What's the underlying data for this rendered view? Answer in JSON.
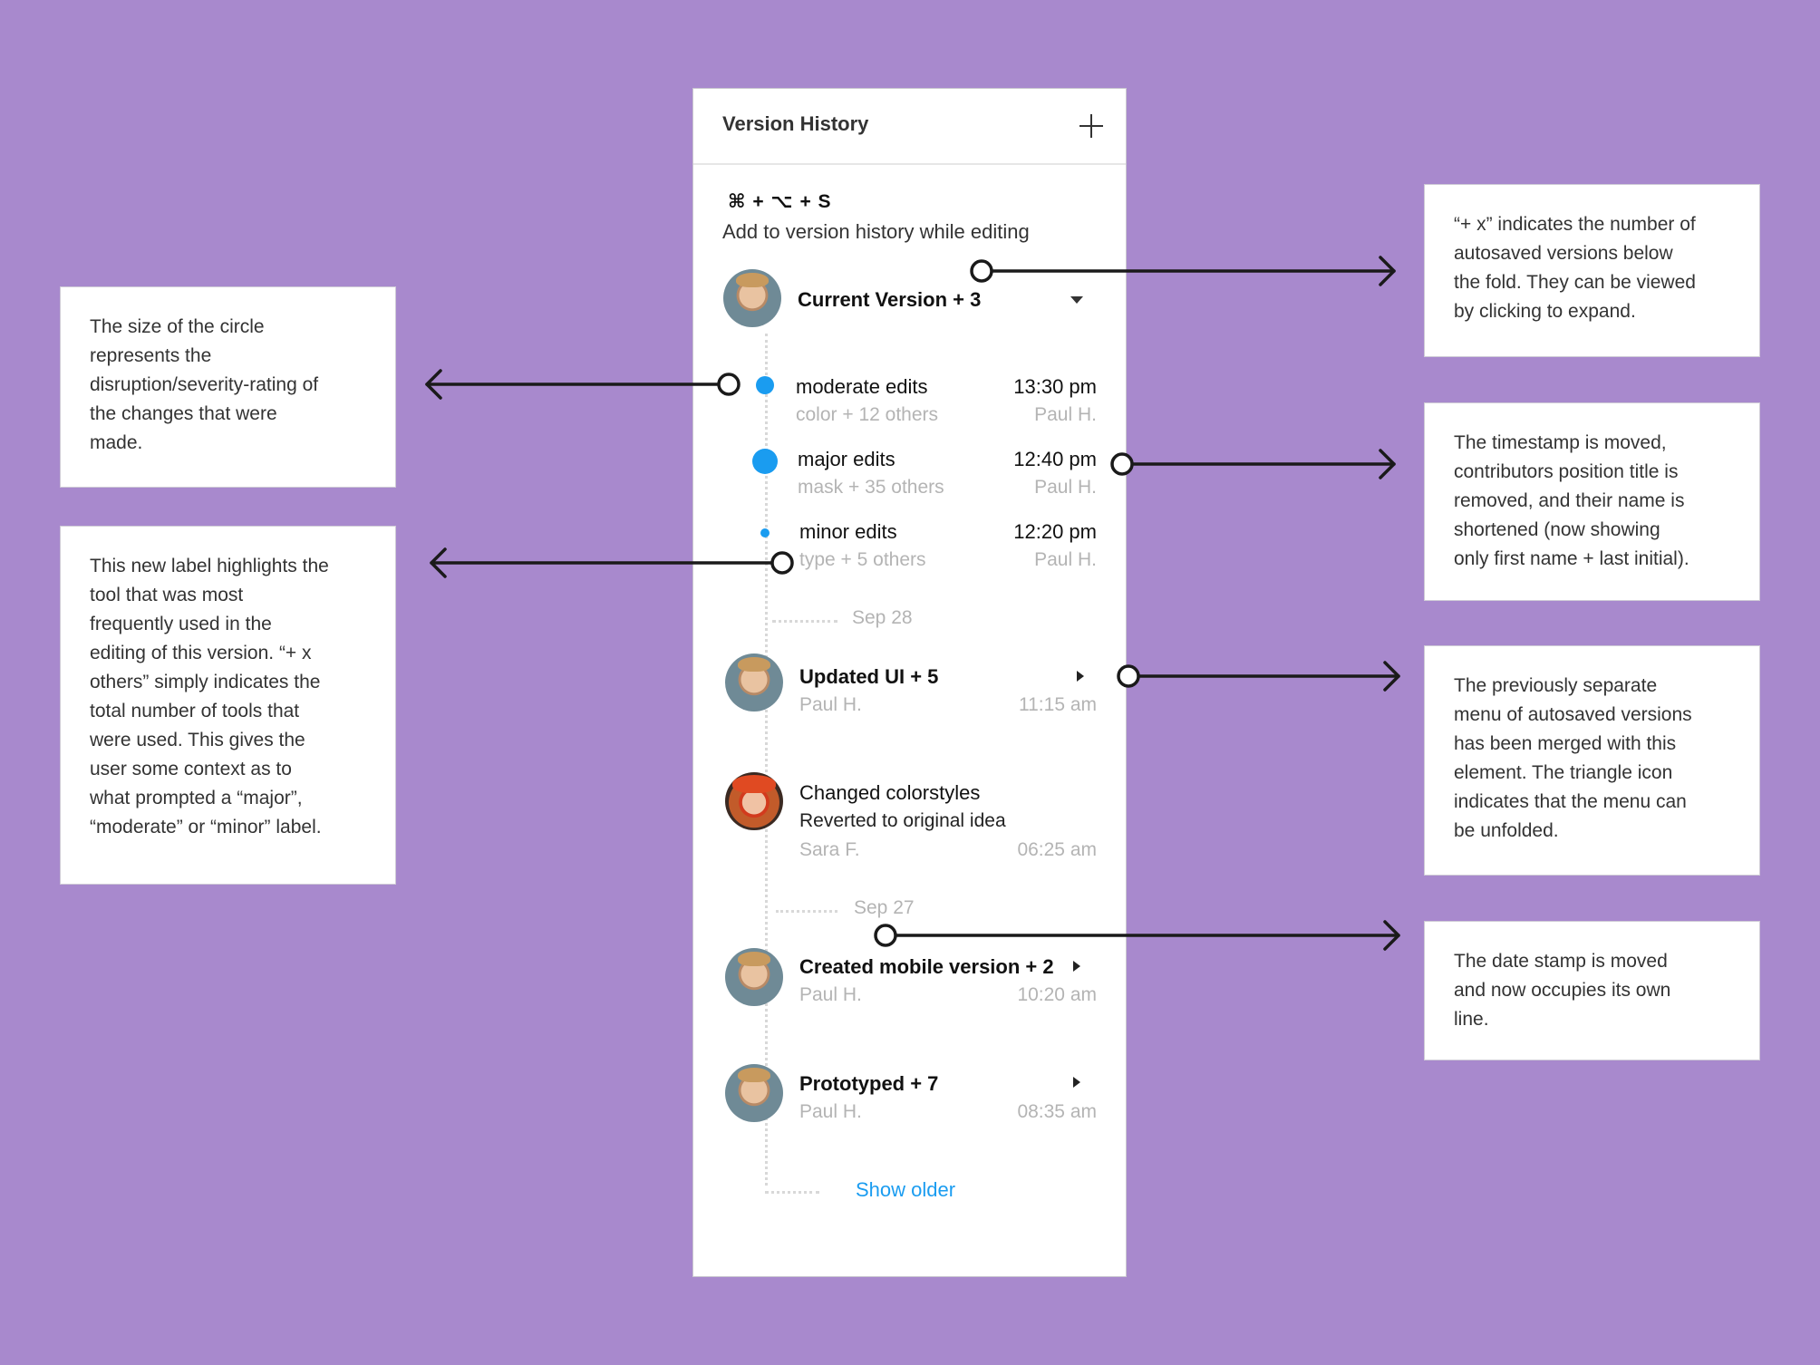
{
  "panel": {
    "title": "Version History",
    "shortcut": "⌘ + ⌥  + S",
    "hint": "Add to version history while editing",
    "current_version": "Current Version + 3",
    "edits": [
      {
        "label": "moderate edits",
        "tools": "color + 12 others",
        "time": "13:30 pm",
        "author": "Paul H.",
        "severity": "moderate"
      },
      {
        "label": "major edits",
        "tools": "mask + 35 others",
        "time": "12:40 pm",
        "author": "Paul H.",
        "severity": "major"
      },
      {
        "label": "minor edits",
        "tools": "type + 5 others",
        "time": "12:20 pm",
        "author": "Paul H.",
        "severity": "minor"
      }
    ],
    "dates": [
      "Sep 28",
      "Sep 27"
    ],
    "versions": [
      {
        "title": "Updated UI + 5",
        "author": "Paul H.",
        "time": "11:15 am"
      },
      {
        "title": "Changed colorstyles",
        "subtitle": "Reverted to original idea",
        "author": "Sara F.",
        "time": "06:25 am"
      },
      {
        "title": "Created mobile version + 2",
        "author": "Paul H.",
        "time": "10:20 am"
      },
      {
        "title": "Prototyped + 7",
        "author": "Paul H.",
        "time": "08:35 am"
      }
    ],
    "show_older": "Show older"
  },
  "notes": {
    "circle_size": [
      "The size of the circle",
      "represents the",
      "disruption/severity-rating of",
      "the changes that were",
      "made."
    ],
    "tool_label": [
      "This new label highlights the",
      "tool that was most",
      "frequently used in the",
      "editing of this version. “+ x",
      "others” simply indicates the",
      "total number of tools that",
      "were used. This gives the",
      "user some context as to",
      "what prompted a “major”,",
      "“moderate” or “minor” label."
    ],
    "plus_x": [
      "“+ x” indicates the number of",
      "autosaved versions below",
      "the fold. They can be viewed",
      "by clicking to expand."
    ],
    "timestamp": [
      "The timestamp is moved,",
      "contributors position title is",
      "removed, and their name is",
      "shortened (now showing",
      "only first name + last initial)."
    ],
    "merged_menu": [
      "The previously separate",
      "menu of autosaved versions",
      "has been merged with this",
      "element. The triangle icon",
      "indicates that the menu can",
      "be unfolded."
    ],
    "date_stamp": [
      "The date stamp is moved",
      "and now occupies its own",
      "line."
    ]
  },
  "colors": {
    "background": "#a889cd",
    "accent": "#1a9cf0",
    "muted_text": "#b4b4b4"
  }
}
